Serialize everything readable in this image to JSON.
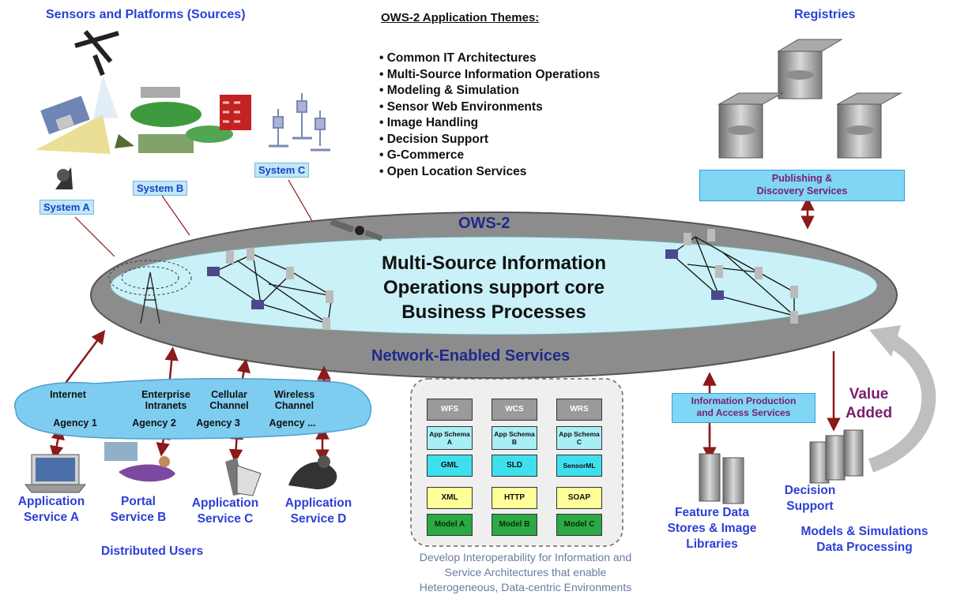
{
  "headings": {
    "sensors": "Sensors and Platforms (Sources)",
    "themes_title": "OWS-2 Application Themes:",
    "registries": "Registries"
  },
  "themes": [
    "Common IT Architectures",
    "Multi-Source Information Operations",
    "Modeling & Simulation",
    "Sensor Web Environments",
    "Image Handling",
    "Decision Support",
    "G-Commerce",
    "Open Location Services"
  ],
  "systems": {
    "a": "System A",
    "b": "System B",
    "c": "System C"
  },
  "publishing": {
    "line1": "Publishing &",
    "line2": "Discovery Services"
  },
  "core": {
    "ows": "OWS-2",
    "line1": "Multi-Source Information",
    "line2": "Operations support core",
    "line3": "Business Processes",
    "nes": "Network-Enabled Services"
  },
  "cloud": {
    "channels": [
      {
        "top": "Internet",
        "agency": "Agency 1"
      },
      {
        "top": "Enterprise Intranets",
        "agency": "Agency 2"
      },
      {
        "top": "Cellular Channel",
        "agency": "Agency 3"
      },
      {
        "top": "Wireless Channel",
        "agency": "Agency ..."
      }
    ]
  },
  "services": {
    "a": {
      "l1": "Application",
      "l2": "Service A"
    },
    "b": {
      "l1": "Portal",
      "l2": "Service B"
    },
    "c": {
      "l1": "Application",
      "l2": "Service C"
    },
    "d": {
      "l1": "Application",
      "l2": "Service D"
    }
  },
  "distributed_users": "Distributed Users",
  "grid": {
    "row1": [
      "WFS",
      "WCS",
      "WRS"
    ],
    "row2": [
      "App Schema A",
      "App Schema B",
      "App Schema C"
    ],
    "row3": [
      "GML",
      "SLD",
      "SensorML"
    ],
    "row4": [
      "XML",
      "HTTP",
      "SOAP"
    ],
    "row5": [
      "Model A",
      "Model B",
      "Model C"
    ]
  },
  "interop": {
    "line1": "Develop Interoperability for Information and",
    "line2": "Service Architectures that enable",
    "line3": "Heterogeneous, Data-centric Environments"
  },
  "info_production": {
    "line1": "Information Production",
    "line2": "and Access Services"
  },
  "value_added": {
    "line1": "Value",
    "line2": "Added"
  },
  "feature_data": {
    "l1": "Feature Data",
    "l2": "Stores & Image",
    "l3": "Libraries"
  },
  "decision": {
    "l1": "Decision",
    "l2": "Support"
  },
  "models": {
    "l1": "Models & Simulations",
    "l2": "Data Processing"
  },
  "colors": {
    "label_blue": "#2b3fd6",
    "navy": "#1e2a8c",
    "arrow": "#8b1a1a",
    "ellipse_outer": "#8c8c8c",
    "ellipse_inner": "#c9f1f7",
    "value_added": "#7a1e6e"
  }
}
